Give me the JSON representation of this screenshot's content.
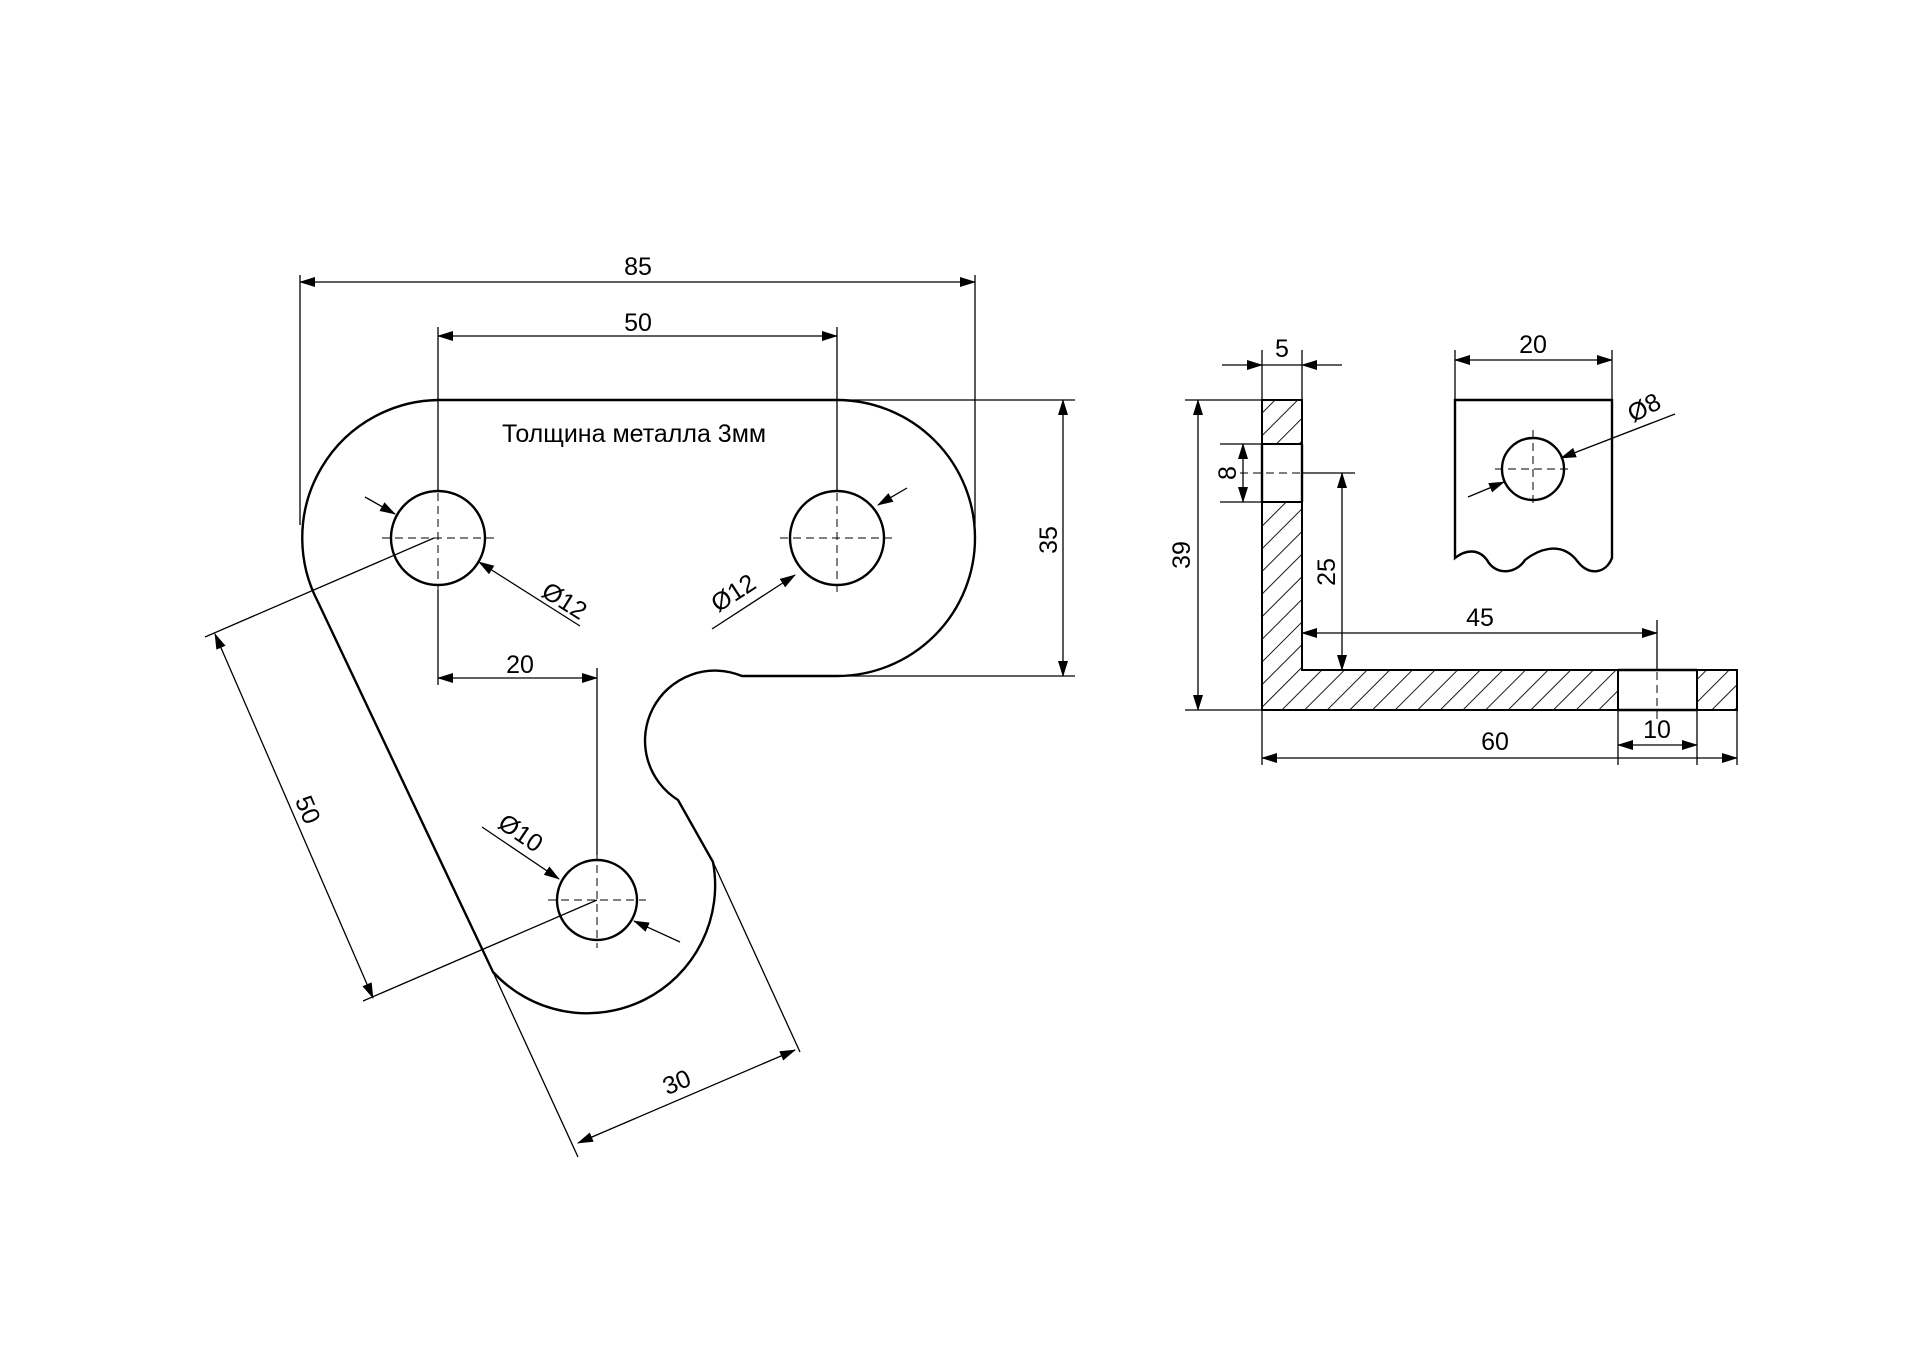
{
  "note": "Толщина металла 3мм",
  "plan_view": {
    "dim_overall_width": "85",
    "dim_hole_spacing": "50",
    "dim_height": "35",
    "dim_lower_offset": "20",
    "dim_slant_length": "50",
    "dim_arm_width": "30",
    "dia_left_hole": "Ø12",
    "dia_right_hole": "Ø12",
    "dia_lower_hole": "Ø10"
  },
  "section_view": {
    "dim_thickness": "5",
    "dim_height": "39",
    "dim_slot": "8",
    "dim_hole_height": "25",
    "dim_hole_distance": "45",
    "dim_length": "60",
    "dim_tab": "10"
  },
  "detail_view": {
    "dim_width": "20",
    "dia_hole": "Ø8"
  },
  "colors": {
    "line": "#000000",
    "background": "#ffffff"
  }
}
